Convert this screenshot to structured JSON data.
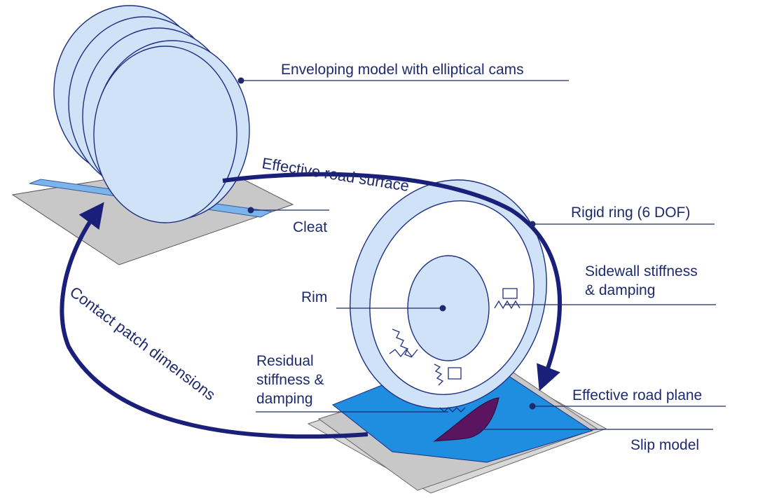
{
  "labels": {
    "enveloping": "Enveloping model with elliptical cams",
    "road_surface": "Effective road surface",
    "rigid_ring": "Rigid ring (6 DOF)",
    "cleat": "Cleat",
    "sidewall_1": "Sidewall stiffness",
    "sidewall_2": "& damping",
    "rim": "Rim",
    "residual_1": "Residual",
    "residual_2": "stiffness &",
    "residual_3": "damping",
    "road_plane": "Effective road plane",
    "slip_model": "Slip model",
    "contact_patch": "Contact patch dimensions"
  },
  "colors": {
    "text": "#1f2a6e",
    "arrow": "#1a1f7a",
    "cam_fill": "#cfe2f7",
    "cam_stroke": "#1e2f80",
    "ground": "#c8c8c8",
    "road_plane": "#1f8ee0",
    "cleat": "#7ab4ea",
    "slip": "#5a1460"
  }
}
